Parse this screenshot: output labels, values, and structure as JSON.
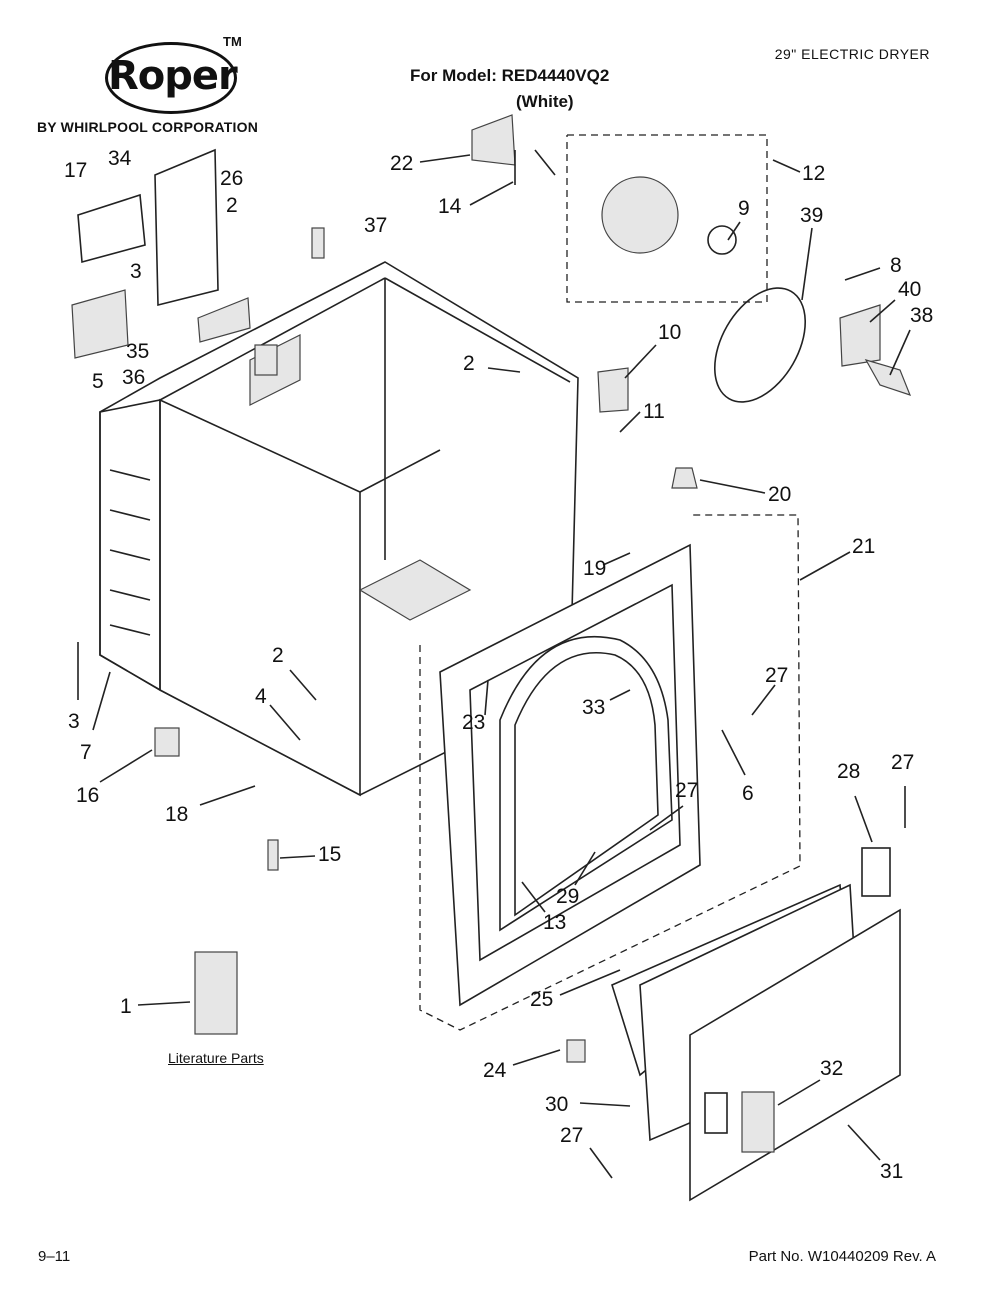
{
  "header": {
    "brand": "Roper",
    "trademark": "TM",
    "byline": "BY WHIRLPOOL CORPORATION",
    "model_line1": "For Model: RED4440VQ2",
    "model_line2": "(White)",
    "product": "29\" ELECTRIC DRYER"
  },
  "footer": {
    "page": "9–11",
    "part_no": "Part No. W10440209 Rev. A"
  },
  "literature_label": "Literature Parts",
  "callouts": [
    "17",
    "34",
    "26",
    "2",
    "37",
    "3",
    "35",
    "36",
    "5",
    "22",
    "14",
    "12",
    "9",
    "39",
    "8",
    "40",
    "38",
    "10",
    "2",
    "11",
    "20",
    "21",
    "19",
    "27",
    "33",
    "23",
    "6",
    "2",
    "4",
    "3",
    "7",
    "16",
    "18",
    "15",
    "28",
    "27",
    "27",
    "29",
    "13",
    "25",
    "24",
    "32",
    "30",
    "27",
    "31",
    "1"
  ]
}
